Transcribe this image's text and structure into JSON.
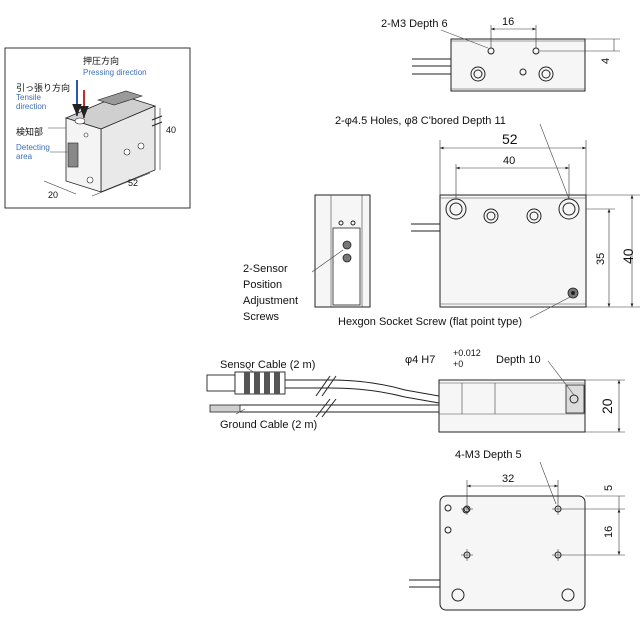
{
  "inset": {
    "press_jp": "押圧方向",
    "press_en": "Pressing direction",
    "tensile_jp": "引っ張り方向",
    "tensile_en_1": "Tensile",
    "tensile_en_2": "direction",
    "detect_jp": "検知部",
    "detect_en_1": "Detecting",
    "detect_en_2": "area",
    "dim_20": "20",
    "dim_52": "52",
    "dim_40": "40"
  },
  "top_view": {
    "tap_label": "2-M3 Depth 6",
    "dim_16": "16",
    "dim_4": "4"
  },
  "front_view": {
    "holes_label": "2-φ4.5 Holes, φ8 C'bored Depth 11",
    "dim_52": "52",
    "dim_40": "40",
    "dim_35": "35",
    "dim_40v": "40",
    "screw_label": "Hexgon Socket Screw (flat point type)"
  },
  "side_view": {
    "sensor_l1": "2-Sensor",
    "sensor_l2": "Position",
    "sensor_l3": "Adjustment",
    "sensor_l4": "Screws"
  },
  "cable_view": {
    "sensor_cable": "Sensor Cable (2 m)",
    "ground_cable": "Ground Cable (2 m)",
    "pin_phi": "φ4 H7",
    "tol_up": "+0.012",
    "tol_low": "+0",
    "depth": "Depth 10",
    "dim_20": "20"
  },
  "bottom_view": {
    "tap_label": "4-M3 Depth 5",
    "dim_32": "32",
    "dim_5": "5",
    "dim_16": "16"
  }
}
